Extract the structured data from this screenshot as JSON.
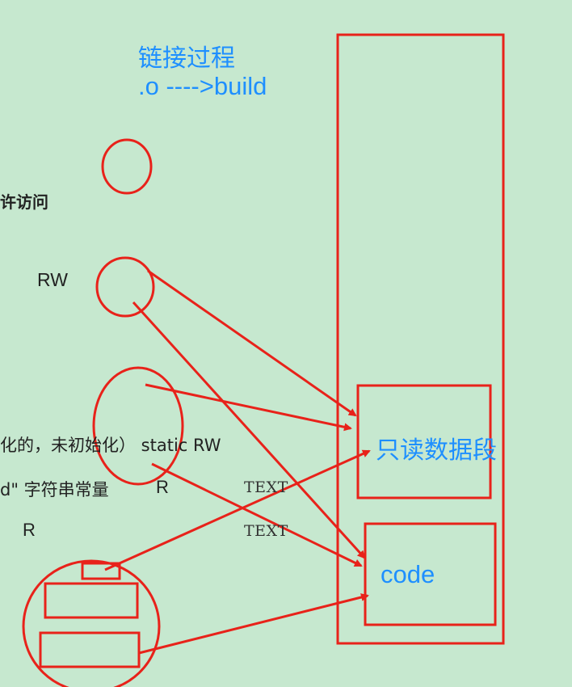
{
  "title_line1": "链接过程",
  "title_line2": ".o ---->build",
  "left_text": {
    "access": "许访问",
    "rw": "RW",
    "static_line": "化的，未初始化） static RW",
    "string_line": "d\" 字符串常量",
    "r1": "R",
    "r2": "R",
    "text1": "TEXT",
    "text2": "TEXT"
  },
  "segments": {
    "readonly": "只读数据段",
    "code": "code"
  },
  "colors": {
    "annotation": "#e8221a",
    "label_blue": "#1e8fff",
    "background": "#c6e8cf"
  }
}
